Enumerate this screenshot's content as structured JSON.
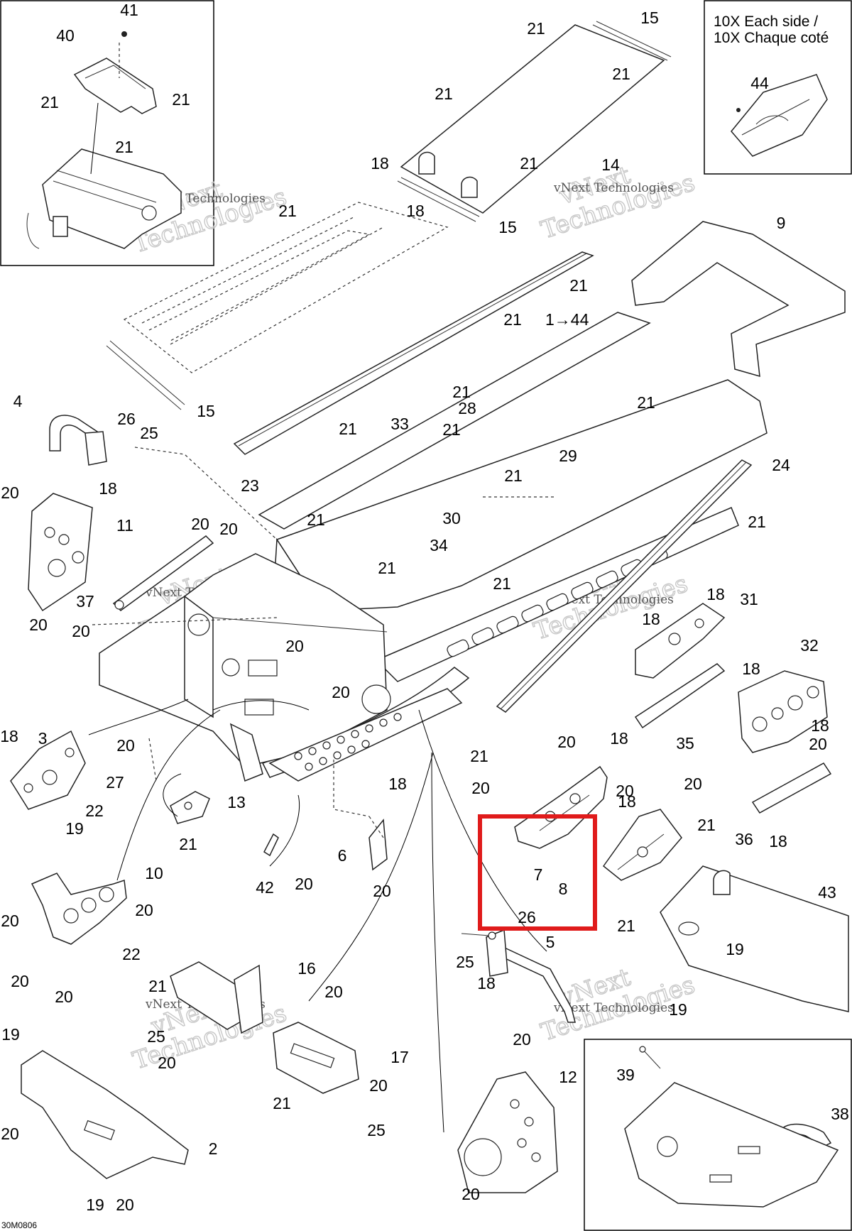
{
  "diagram_code": "30M0806",
  "inset_note": {
    "line1": "10X Each side /",
    "line2": "10X Chaque coté"
  },
  "watermarks": [
    {
      "line1": "vNext",
      "line2": "Technologies",
      "small": "vNext Technologies"
    }
  ],
  "callout": {
    "highlight_color": "#e01b1b",
    "parts_in_box": [
      "7",
      "8",
      "26"
    ]
  },
  "range_label": "1→44",
  "labels": {
    "l41": "41",
    "l40": "40",
    "l21a": "21",
    "l21b": "21",
    "l21c": "21",
    "l15a": "15",
    "l21d": "21",
    "l21e": "21",
    "l21f": "21",
    "l14": "14",
    "l18a": "18",
    "l21g": "21",
    "l18b": "18",
    "l15b": "15",
    "l44": "44",
    "l9": "9",
    "l21h": "21",
    "l21i": "21",
    "l21j": "21",
    "l15c": "15",
    "l4": "4",
    "l26a": "26",
    "l25a": "25",
    "l21k": "21",
    "l33": "33",
    "l21l": "21",
    "l28": "28",
    "l21m": "21",
    "l21n": "21",
    "l29": "29",
    "l24": "24",
    "l18c": "18",
    "l23": "23",
    "l20a": "20",
    "l11": "11",
    "l20b": "20",
    "l20c": "20",
    "l21o": "21",
    "l30": "30",
    "l21p": "21",
    "l34": "34",
    "l21q": "21",
    "l20d": "20",
    "l37": "37",
    "l21r": "21",
    "l21s": "21",
    "l20e": "20",
    "l20f": "20",
    "l18d": "18",
    "l31": "31",
    "l18e": "18",
    "l20g": "20",
    "l32": "32",
    "l18f": "18",
    "l18g": "18",
    "l3": "3",
    "l18h": "18",
    "l20h": "20",
    "l20i": "20",
    "l18i": "18",
    "l35": "35",
    "l27": "27",
    "l22a": "22",
    "l19a": "19",
    "l13": "13",
    "l21t": "21",
    "l18j": "18",
    "l20j": "20",
    "l21u": "21",
    "l20k": "20",
    "l20l": "20",
    "l18k": "18",
    "l36": "36",
    "l18l": "18",
    "l7": "7",
    "l8": "8",
    "l21v": "21",
    "l6": "6",
    "l20m": "20",
    "l20n": "20",
    "l42": "42",
    "l20o": "20",
    "l10": "10",
    "l20p": "20",
    "l20q": "20",
    "l22b": "22",
    "l20r": "20",
    "l26b": "26",
    "l5": "5",
    "l25b": "25",
    "l18m": "18",
    "l21w": "21",
    "l43": "43",
    "l19b": "19",
    "l20s": "20",
    "l16": "16",
    "l21x": "21",
    "l19c": "19",
    "l25c": "25",
    "l20t": "20",
    "l17": "17",
    "l19d": "19",
    "l21y": "21",
    "l20u": "20",
    "l20v": "20",
    "l12": "12",
    "l39": "39",
    "l38": "38",
    "l20w": "20",
    "l2": "2",
    "l25d": "25",
    "l20x": "20",
    "l19e": "19",
    "l20y": "20",
    "l20z": "20"
  }
}
